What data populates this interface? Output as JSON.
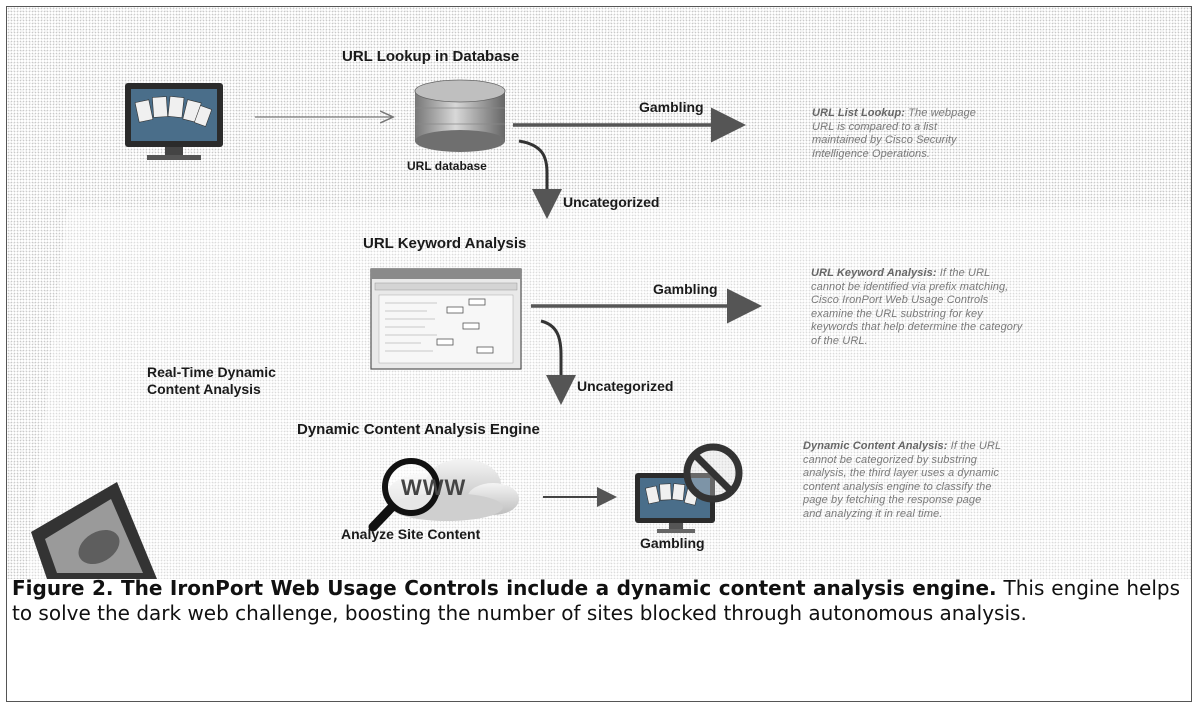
{
  "diagram": {
    "step1": {
      "heading": "URL Lookup in Database",
      "node_label": "URL database",
      "branch_label": "Gambling",
      "down_label": "Uncategorized",
      "note_title": "URL List Lookup:",
      "note_body": "The webpage URL is compared to a list maintained by Cisco Security Intelligence Operations."
    },
    "step2": {
      "heading": "URL Keyword Analysis",
      "branch_label": "Gambling",
      "down_label": "Uncategorized",
      "note_title": "URL Keyword Analysis:",
      "note_body": "If the URL cannot be identified via prefix matching, Cisco IronPort Web Usage Controls examine the URL substring for key keywords that help determine the category of the URL."
    },
    "side_label": "Real-Time Dynamic Content Analysis",
    "step3": {
      "heading": "Dynamic Content Analysis Engine",
      "engine_label": "Analyze Site Content",
      "result_label": "Gambling",
      "www_text": "WWW",
      "note_title": "Dynamic Content Analysis:",
      "note_body": "If the URL cannot be categorized by substring analysis, the third layer uses a dynamic content analysis engine to classify the page by fetching the response page and analyzing it in real time."
    }
  },
  "caption": {
    "bold": "Figure 2. The IronPort Web Usage Controls include a dynamic content analysis engine.",
    "text": " This engine helps to solve the dark web challenge, boosting the number of sites blocked through autonomous analysis."
  },
  "colors": {
    "arrow": "#6b6b6b",
    "text": "#1a1a1a",
    "note": "#7a7a7a"
  }
}
